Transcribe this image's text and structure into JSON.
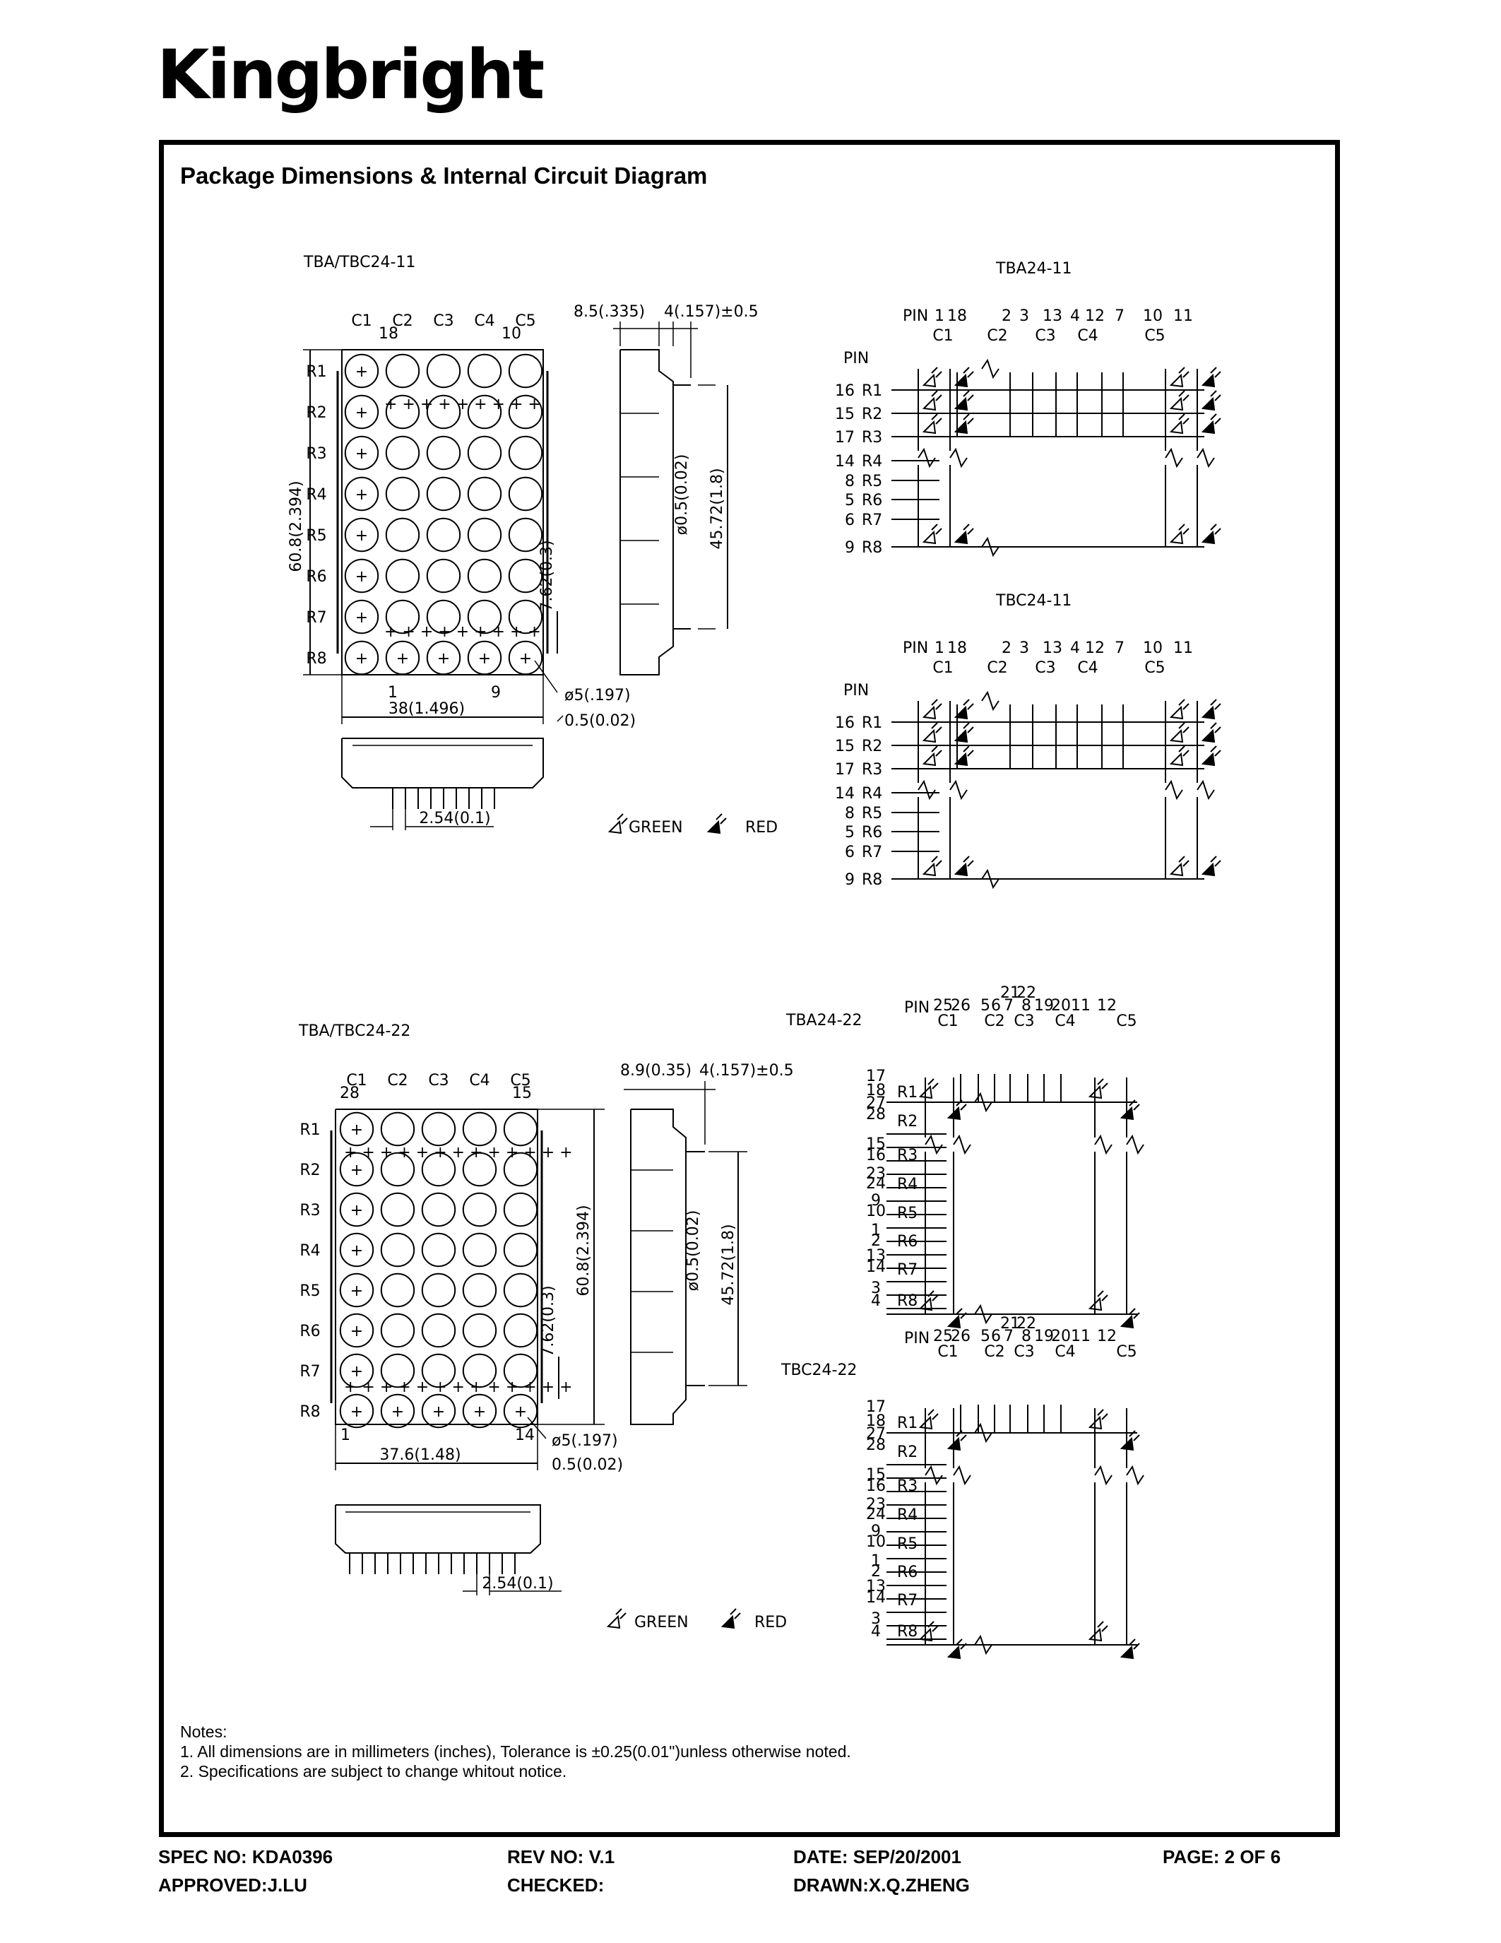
{
  "brand": {
    "logo": "Kingbright"
  },
  "title": "Package Dimensions & Internal Circuit Diagram",
  "diagrams": {
    "pkg11": {
      "label": "TBA/TBC24-11",
      "cols": [
        "C1",
        "C2",
        "C3",
        "C4",
        "C5"
      ],
      "col_nums": [
        "18",
        "10"
      ],
      "rows": [
        "R1",
        "R2",
        "R3",
        "R4",
        "R5",
        "R6",
        "R7",
        "R8"
      ],
      "height": "60.8(2.394)",
      "pitch": "7.62(0.3)",
      "width": "38(1.496)",
      "diameter": "ø5(.197)",
      "gap": "0.5(0.02)",
      "pin_labels": [
        "1",
        "9"
      ],
      "side_depth": "8.5(.335)",
      "side_pin": "4(.157)±0.5",
      "side_pin_dia": "ø0.5(0.02)",
      "side_pin_span": "45.72(1.8)",
      "pin_pitch": "2.54(0.1)",
      "legend_green": "GREEN",
      "legend_red": "RED"
    },
    "pkg22": {
      "label": "TBA/TBC24-22",
      "cols": [
        "C1",
        "C2",
        "C3",
        "C4",
        "C5"
      ],
      "col_nums": [
        "28",
        "15"
      ],
      "rows": [
        "R1",
        "R2",
        "R3",
        "R4",
        "R5",
        "R6",
        "R7",
        "R8"
      ],
      "height": "60.8(2.394)",
      "pitch": "7.62(0.3)",
      "width": "37.6(1.48)",
      "diameter": "ø5(.197)",
      "gap": "0.5(0.02)",
      "pin_labels": [
        "1",
        "14"
      ],
      "side_depth": "8.9(0.35)",
      "side_pin": "4(.157)±0.5",
      "side_pin_dia": "ø0.5(0.02)",
      "side_pin_span": "45.72(1.8)",
      "pin_pitch": "2.54(0.1)",
      "legend_green": "GREEN",
      "legend_red": "RED"
    },
    "tba11": {
      "label": "TBA24-11",
      "pin_word": "PIN",
      "col_pins": [
        "1",
        "18",
        "2",
        "3",
        "13",
        "4",
        "12",
        "7",
        "10",
        "11"
      ],
      "cols": [
        "C1",
        "C2",
        "C3",
        "C4",
        "C5"
      ],
      "row_pins": [
        "16",
        "15",
        "17",
        "14",
        "8",
        "5",
        "6",
        "9"
      ],
      "rows": [
        "R1",
        "R2",
        "R3",
        "R4",
        "R5",
        "R6",
        "R7",
        "R8"
      ]
    },
    "tbc11": {
      "label": "TBC24-11",
      "pin_word": "PIN",
      "col_pins": [
        "1",
        "18",
        "2",
        "3",
        "13",
        "4",
        "12",
        "7",
        "10",
        "11"
      ],
      "cols": [
        "C1",
        "C2",
        "C3",
        "C4",
        "C5"
      ],
      "row_pins": [
        "16",
        "15",
        "17",
        "14",
        "8",
        "5",
        "6",
        "9"
      ],
      "rows": [
        "R1",
        "R2",
        "R3",
        "R4",
        "R5",
        "R6",
        "R7",
        "R8"
      ]
    },
    "tba22": {
      "label": "TBA24-22",
      "pin_word": "PIN",
      "col_pins_top": [
        "21",
        "22"
      ],
      "col_pins": [
        "25",
        "26",
        "5",
        "6",
        "7",
        "8",
        "19",
        "20",
        "11",
        "12"
      ],
      "cols": [
        "C1",
        "C2",
        "C3",
        "C4",
        "C5"
      ],
      "row_pins": [
        "17",
        "18",
        "27",
        "28",
        "15",
        "16",
        "23",
        "24",
        "9",
        "10",
        "1",
        "2",
        "13",
        "14",
        "3",
        "4"
      ],
      "rows": [
        "R1",
        "R2",
        "R3",
        "R4",
        "R5",
        "R6",
        "R7",
        "R8"
      ]
    },
    "tbc22": {
      "label": "TBC24-22",
      "pin_word": "PIN",
      "col_pins_top": [
        "21",
        "22"
      ],
      "col_pins": [
        "25",
        "26",
        "5",
        "6",
        "7",
        "8",
        "19",
        "20",
        "11",
        "12"
      ],
      "cols": [
        "C1",
        "C2",
        "C3",
        "C4",
        "C5"
      ],
      "row_pins": [
        "17",
        "18",
        "27",
        "28",
        "15",
        "16",
        "23",
        "24",
        "9",
        "10",
        "1",
        "2",
        "13",
        "14",
        "3",
        "4"
      ],
      "rows": [
        "R1",
        "R2",
        "R3",
        "R4",
        "R5",
        "R6",
        "R7",
        "R8"
      ]
    }
  },
  "notes": {
    "heading": "Notes:",
    "items": [
      "1. All dimensions are in millimeters (inches), Tolerance is ±0.25(0.01\")unless otherwise noted.",
      "2. Specifications are subject to change whitout notice."
    ]
  },
  "footer": {
    "spec_no": "SPEC NO: KDA0396",
    "rev_no": "REV NO: V.1",
    "date": "DATE: SEP/20/2001",
    "page": "PAGE:  2 OF 6",
    "approved": "APPROVED:J.LU",
    "checked": "CHECKED:",
    "drawn": "DRAWN:X.Q.ZHENG"
  }
}
